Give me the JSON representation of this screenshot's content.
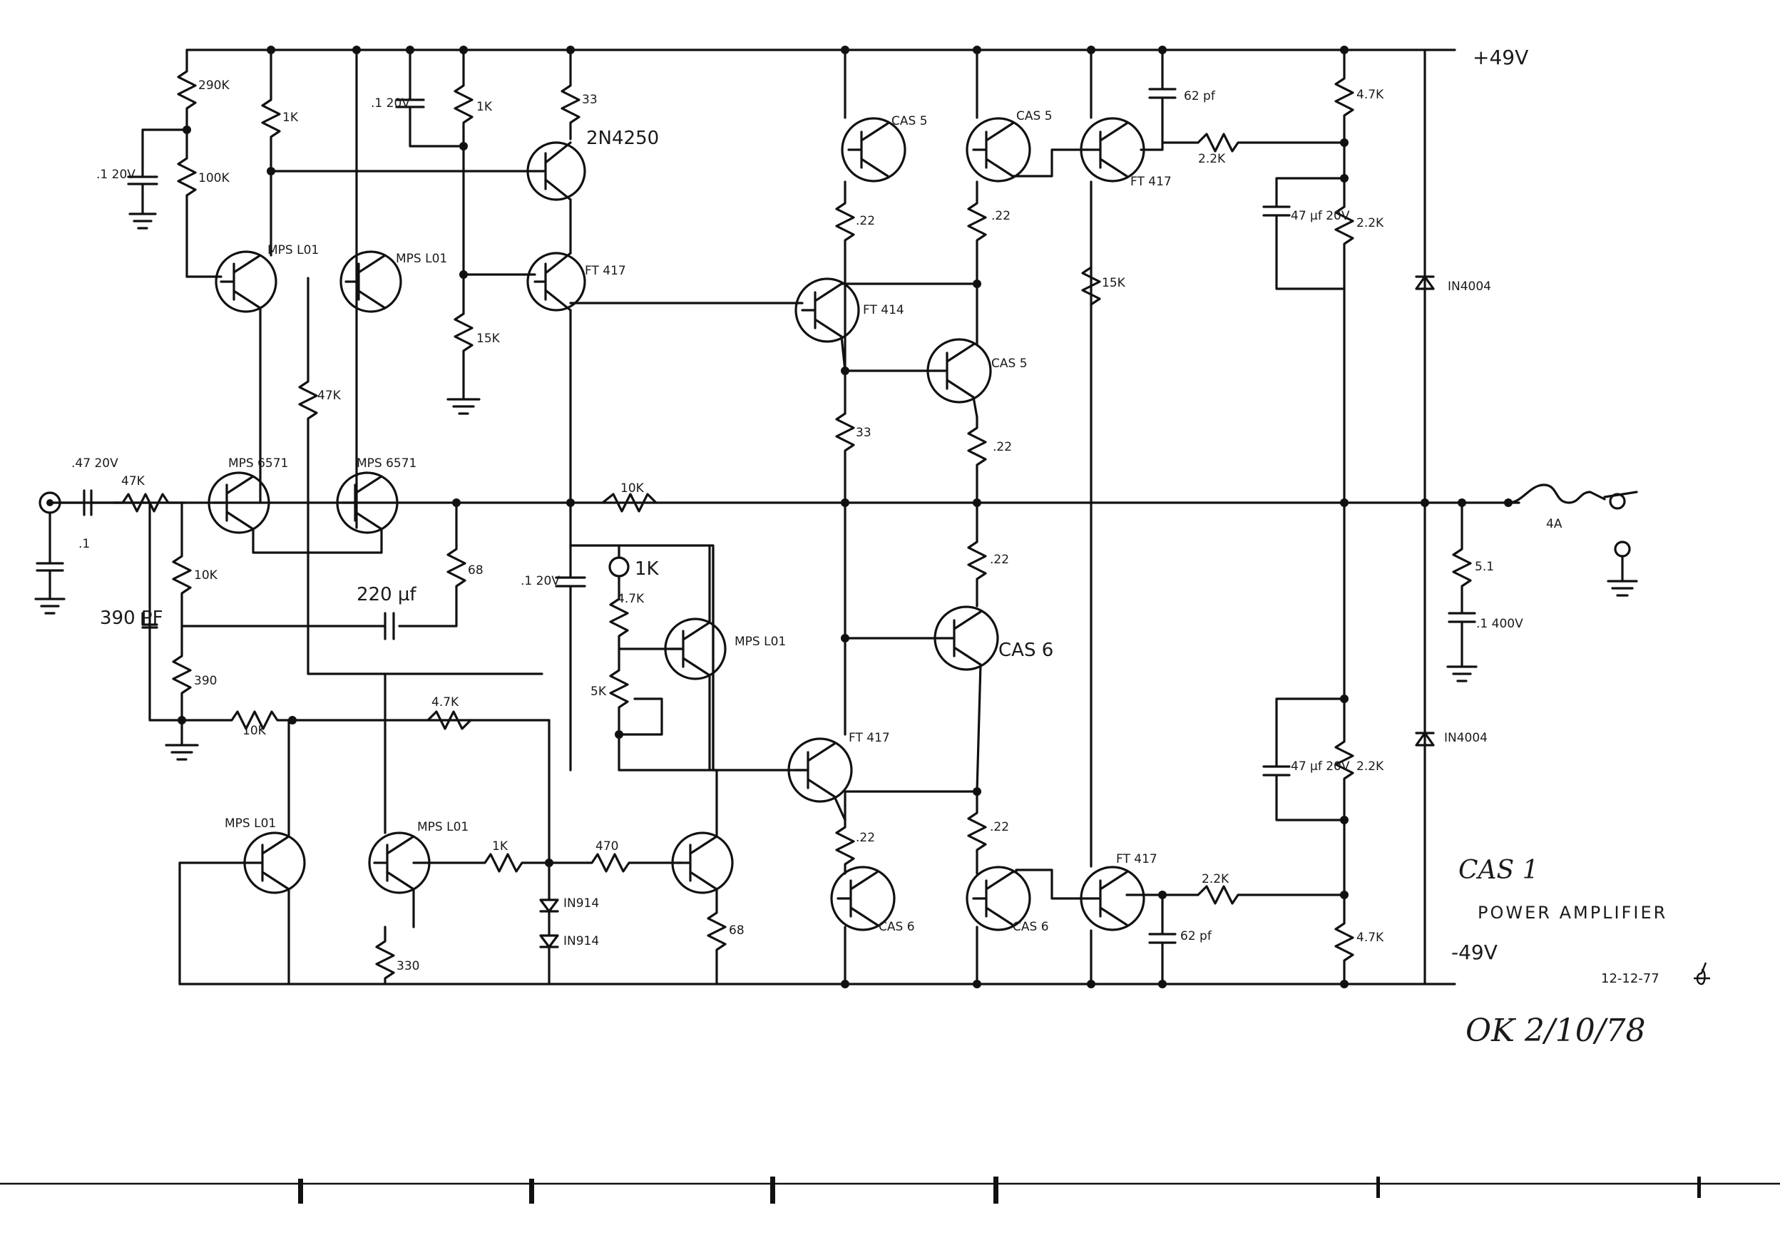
{
  "title": {
    "name": "CAS 1",
    "subtitle": "POWER AMPLIFIER"
  },
  "rails": {
    "positive": "+49V",
    "negative": "-49V"
  },
  "notes": {
    "approval": "OK 2/10/78",
    "date": "12-12-77"
  },
  "transistor_labels": {
    "q_2n4250": "2N4250",
    "q_ft417_top": "FT 417",
    "q_mps6571_a": "MPS 6571",
    "q_mps6571_b": "MPS 6571",
    "q_mps_l01_a": "MPS L01",
    "q_mps_l01_b": "MPS L01",
    "q_mps_l01_c": "MPS L01",
    "q_mps_l01_d": "MPS L01",
    "q_mps_l01_e": "MPS L01",
    "q_cas5_a": "CAS 5",
    "q_cas5_b": "CAS 5",
    "q_cas5_c": "CAS 5",
    "q_ft417_out": "FT 417",
    "q_ft414": "FT 414",
    "q_ft417_mid": "FT 417",
    "q_cas6_a": "CAS 6",
    "q_cas6_b": "CAS 6",
    "q_cas6_c": "CAS 6",
    "q_ft417_low": "FT 417"
  },
  "resistor_labels": {
    "r_290k": "290K",
    "r_100k": "100K",
    "r_1k_a": "1K",
    "r_1k_b": "1K",
    "r_33_top": "33",
    "r_15k": "15K",
    "r_47k_vert": "47K",
    "r_47k_in": "47K",
    "r_10k_fb": "10K",
    "r_10k_in": "10K",
    "r_390": "390",
    "r_10k_bot": "10K",
    "r_47k_bias": "4.7K",
    "r_68_fb": "68",
    "r_1k_pot": "1K",
    "r_47k_pot": "4.7K",
    "r_5k": "5K",
    "r_1k_low": "1K",
    "r_470": "470",
    "r_330": "330",
    "r_68_low": "68",
    "r_022_a": ".22",
    "r_022_b": ".22",
    "r_33_mid": "33",
    "r_022_c": ".22",
    "r_022_d": ".22",
    "r_022_e": ".22",
    "r_022_f": ".22",
    "r_22k_top": "2.2K",
    "r_15k_vert": "15K",
    "r_47k_right_top": "4.7K",
    "r_22k_right_top": "2.2K",
    "r_22k_right_bot": "2.2K",
    "r_47k_right_bot": "4.7K",
    "r_22k_bot": "2.2K",
    "r_51": "5.1"
  },
  "capacitor_labels": {
    "c_in_left": ".1 20V",
    "c_top_mid": ".1 20V",
    "c_in_series": ".47 20V",
    "c_in_shunt": ".1",
    "c_390pf": "390 PF",
    "c_220uf": "220 µf",
    "c_bias": ".1 20V",
    "c_62pf_top": "62 pf",
    "c_47uf_top": "47 µf 20V",
    "c_47uf_bot": "47 µf 20V",
    "c_62pf_bot": "62 pf",
    "c_zobel": ".1 400V"
  },
  "diode_labels": {
    "d_top": "IN4004",
    "d_bot": "IN4004",
    "d_in914_a": "IN914",
    "d_in914_b": "IN914"
  },
  "fuse_label": "4A"
}
